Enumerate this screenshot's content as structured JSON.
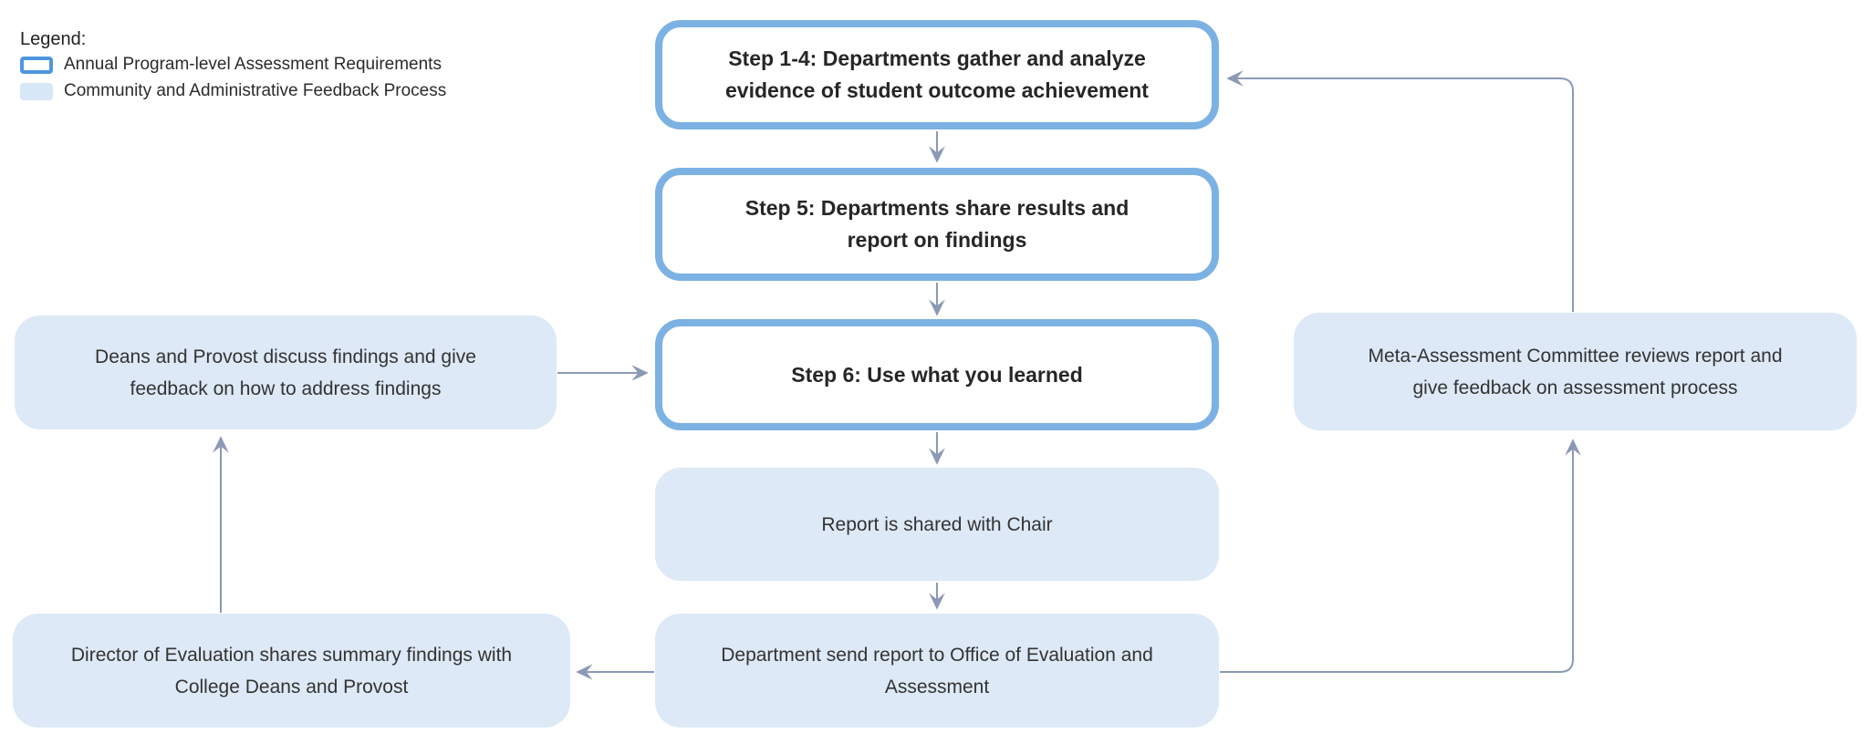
{
  "legend": {
    "title": "Legend:",
    "items": [
      {
        "label": "Annual Program-level Assessment Requirements",
        "swatch": "outlined-blue-box"
      },
      {
        "label": "Community and Administrative Feedback Process",
        "swatch": "filled-lightblue-box"
      }
    ]
  },
  "nodes": {
    "step14": {
      "label": "Step 1-4: Departments gather and analyze evidence of student outcome achievement",
      "type": "annual-requirement"
    },
    "step5": {
      "label": "Step 5: Departments share results and report on findings",
      "type": "annual-requirement"
    },
    "step6": {
      "label": "Step 6: Use what you learned",
      "type": "annual-requirement"
    },
    "chair": {
      "label": "Report is shared with Chair",
      "type": "feedback-process"
    },
    "dept": {
      "label": "Department send report to Office of Evaluation and Assessment",
      "type": "feedback-process"
    },
    "deans": {
      "label": "Deans and Provost discuss findings and give feedback on how to address findings",
      "type": "feedback-process"
    },
    "director": {
      "label": "Director of Evaluation shares summary findings with College Deans and Provost",
      "type": "feedback-process"
    },
    "meta": {
      "label": "Meta-Assessment Committee reviews report and give feedback on assessment process",
      "type": "feedback-process"
    }
  },
  "edges": [
    {
      "from": "step14",
      "to": "step5"
    },
    {
      "from": "step5",
      "to": "step6"
    },
    {
      "from": "step6",
      "to": "chair"
    },
    {
      "from": "chair",
      "to": "dept"
    },
    {
      "from": "dept",
      "to": "director"
    },
    {
      "from": "director",
      "to": "deans"
    },
    {
      "from": "deans",
      "to": "step6"
    },
    {
      "from": "dept",
      "to": "meta"
    },
    {
      "from": "meta",
      "to": "step14"
    }
  ],
  "colors": {
    "requirement_border": "#7cb1e3",
    "legend_outline": "#4d96df",
    "feedback_fill": "#dde9f6",
    "connector": "#8b99b6",
    "text_dark": "#262626"
  }
}
